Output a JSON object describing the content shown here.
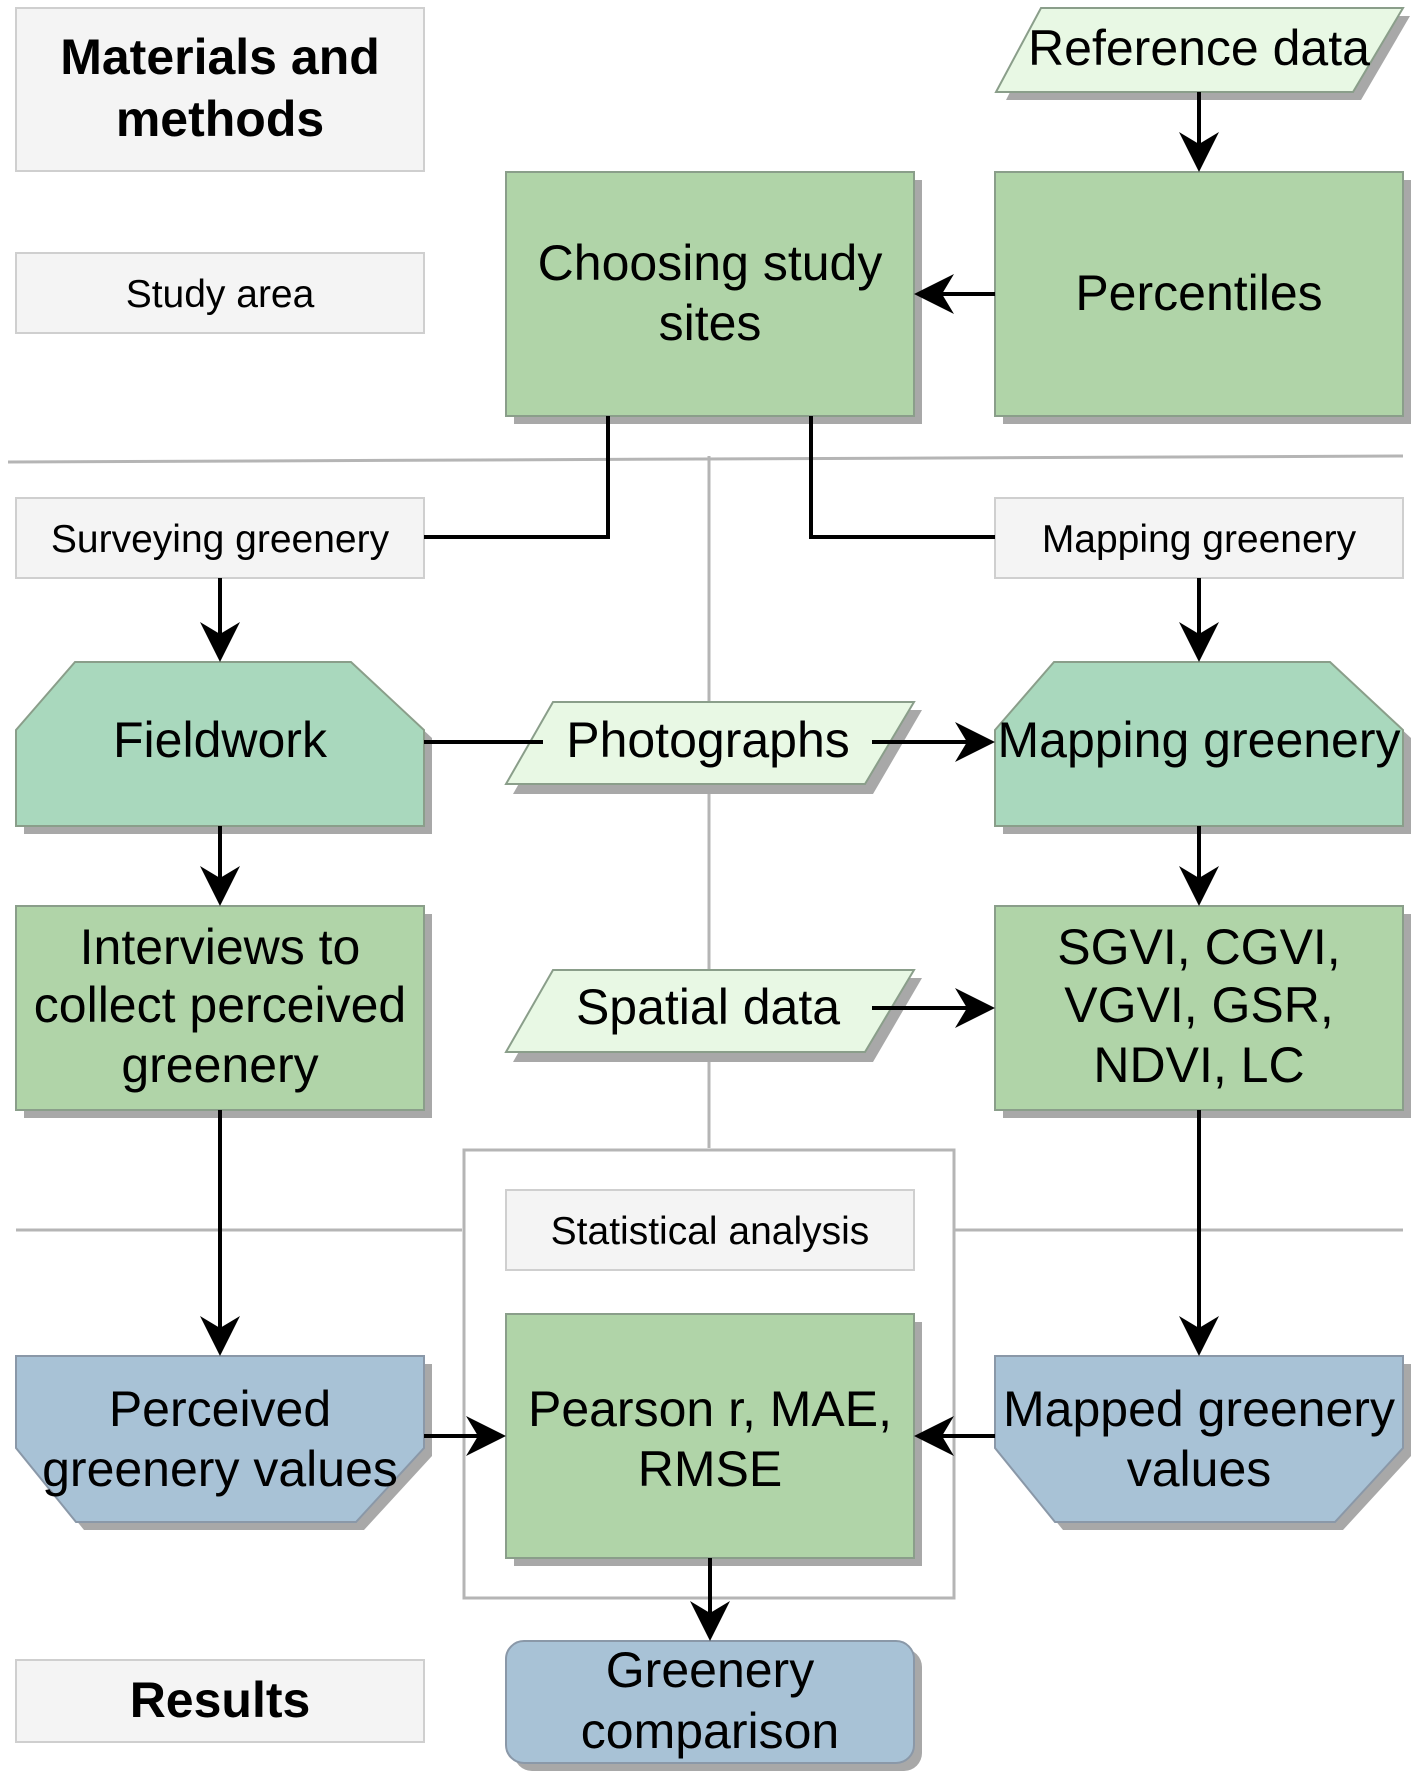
{
  "sections": {
    "materials_methods": [
      "Materials and",
      "methods"
    ],
    "study_area": "Study area",
    "surveying_greenery": "Surveying greenery",
    "mapping_greenery_header": "Mapping greenery",
    "statistical_analysis": "Statistical analysis",
    "results": "Results"
  },
  "nodes": {
    "reference_data": "Reference data",
    "choosing_study_sites": [
      "Choosing study",
      "sites"
    ],
    "percentiles": "Percentiles",
    "fieldwork": "Fieldwork",
    "photographs": "Photographs",
    "mapping_greenery": "Mapping greenery",
    "interviews": [
      "Interviews to",
      "collect perceived",
      "greenery"
    ],
    "spatial_data": "Spatial data",
    "indices": [
      "SGVI, CGVI,",
      "VGVI, GSR,",
      "NDVI, LC"
    ],
    "perceived_values": [
      "Perceived",
      "greenery values"
    ],
    "pearson": [
      "Pearson r, MAE,",
      "RMSE"
    ],
    "mapped_values": [
      "Mapped greenery",
      "values"
    ],
    "greenery_comparison": [
      "Greenery",
      "comparison"
    ]
  },
  "colors": {
    "process_box": "#b0d4a8",
    "manual_operation": "#a9d8bd",
    "result_shape": "#a8c2d6",
    "data_parallelogram": "#e8f8e4",
    "section_label": "#f4f4f4"
  }
}
